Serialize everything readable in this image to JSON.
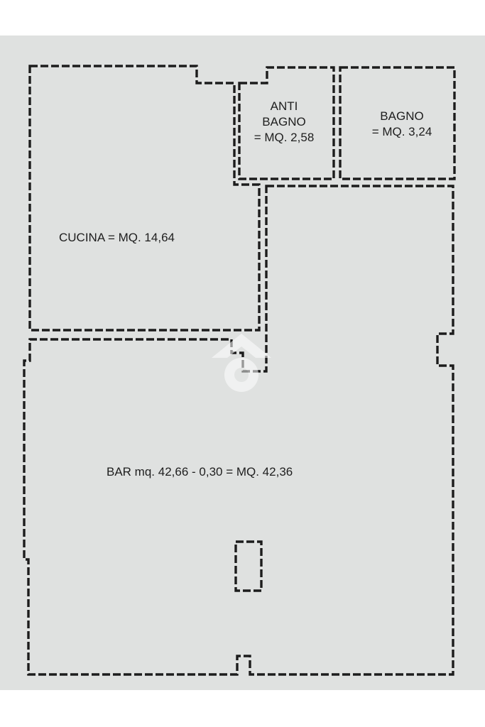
{
  "rooms": {
    "anti_bagno": {
      "name_line1": "ANTI",
      "name_line2": "BAGNO",
      "area": "= MQ. 2,58"
    },
    "bagno": {
      "name": "BAGNO",
      "area": "= MQ. 3,24"
    },
    "cucina": {
      "label": "CUCINA = MQ. 14,64"
    },
    "bar": {
      "label": "BAR  mq.  42,66 - 0,30 = MQ.  42,36"
    }
  },
  "colors": {
    "paper": "#dfe1e0",
    "walls": "#1c1c1c",
    "text": "#1e1e1e"
  }
}
